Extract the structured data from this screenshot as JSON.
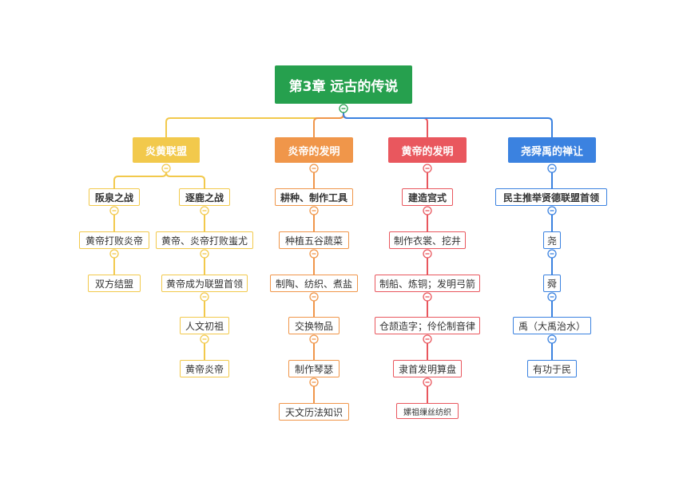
{
  "title": "第3章 远古的传说",
  "colors": {
    "root": "#26a04e",
    "yellow": "#f2c94c",
    "orange": "#f0964a",
    "red": "#e9575e",
    "blue": "#3b82e0"
  },
  "branches": [
    {
      "label": "炎黄联盟",
      "subs": [
        {
          "label": "阪泉之战",
          "items": [
            "黄帝打败炎帝",
            "双方结盟"
          ]
        },
        {
          "label": "逐鹿之战",
          "items": [
            "黄帝、炎帝打败蚩尤",
            "黄帝成为联盟首领",
            "人文初祖",
            "黄帝炎帝"
          ]
        }
      ]
    },
    {
      "label": "炎帝的发明",
      "subs": [
        {
          "label": "耕种、制作工具",
          "items": [
            "种植五谷蔬菜",
            "制陶、纺织、煮盐",
            "交换物品",
            "制作琴瑟",
            "天文历法知识"
          ]
        }
      ]
    },
    {
      "label": "黄帝的发明",
      "subs": [
        {
          "label": "建造宫式",
          "items": [
            "制作衣裳、挖井",
            "制船、炼铜；发明弓箭",
            "仓颉造字；伶伦制音律",
            "隶首发明算盘",
            "嫘祖缫丝纺织"
          ]
        }
      ]
    },
    {
      "label": "尧舜禹的禅让",
      "subs": [
        {
          "label": "民主推举贤德联盟首领",
          "items": [
            "尧",
            "舜",
            "禹（大禹治水）",
            "有功于民"
          ]
        }
      ]
    }
  ]
}
